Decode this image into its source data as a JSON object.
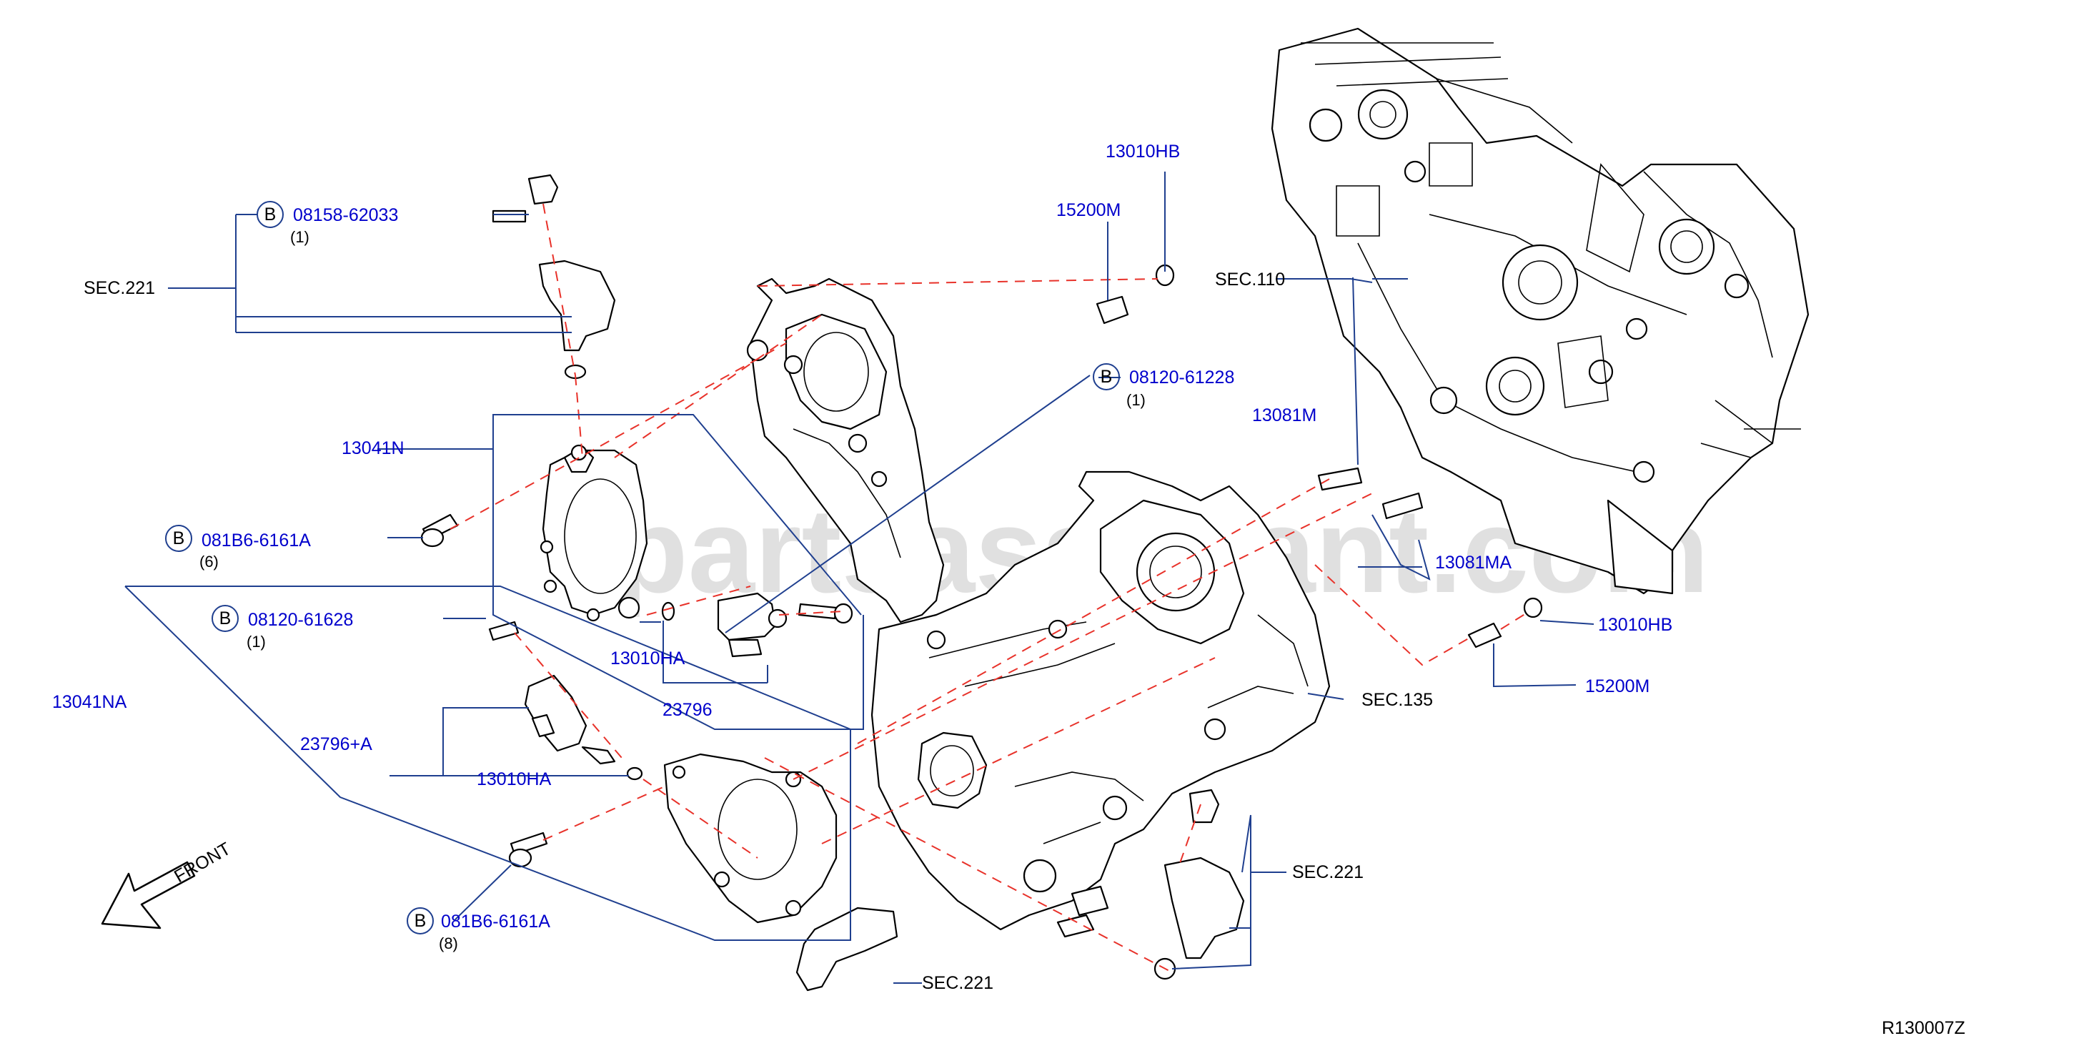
{
  "watermark": "partsassistant.com",
  "diagram_id": "R130007Z",
  "front_label": "FRONT",
  "bolt_symbol": "B",
  "sections": {
    "sec221_top": "SEC.221",
    "sec221_right": "SEC.221",
    "sec221_bottom": "SEC.221",
    "sec110": "SEC.110",
    "sec135": "SEC.135"
  },
  "parts": {
    "p08158_62033": {
      "number": "08158-62033",
      "qty": "(1)"
    },
    "p08120_61228": {
      "number": "08120-61228",
      "qty": "(1)"
    },
    "p081B6_6161A_top": {
      "number": "081B6-6161A",
      "qty": "(6)"
    },
    "p08120_61628": {
      "number": "08120-61628",
      "qty": "(1)"
    },
    "p081B6_6161A_bottom": {
      "number": "081B6-6161A",
      "qty": "(8)"
    },
    "p13041N": "13041N",
    "p13041NA": "13041NA",
    "p13010HA_top": "13010HA",
    "p13010HA_bottom": "13010HA",
    "p23796": "23796",
    "p23796A": "23796+A",
    "p13010HB_top": "13010HB",
    "p15200M_top": "15200M",
    "p13010HB_right": "13010HB",
    "p15200M_right": "15200M",
    "p13081M": "13081M",
    "p13081MA": "13081MA"
  },
  "colors": {
    "part_number": "#0000cc",
    "leader_line": "#1f3f8f",
    "dashed_line": "#e8322a",
    "outline": "#000000",
    "watermark": "#c8c8c8"
  },
  "icons": [
    "bolt-symbol-circle-icon",
    "front-arrow-icon"
  ]
}
